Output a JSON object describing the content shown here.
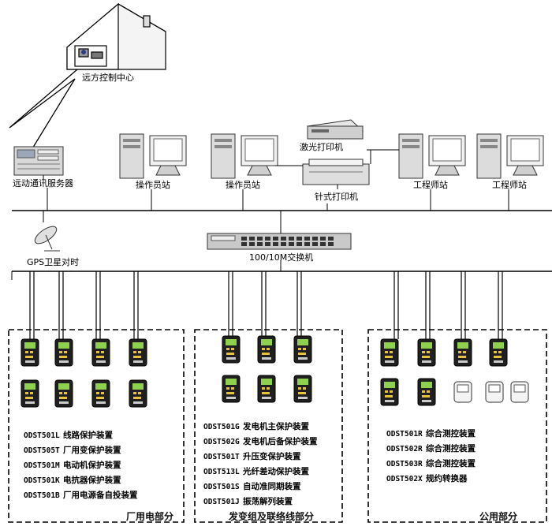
{
  "control_center": {
    "label": "远方控制中心"
  },
  "top_nodes": [
    {
      "label": "远动通讯服务器"
    },
    {
      "label": "操作员站"
    },
    {
      "label": "操作员站"
    },
    {
      "label": "激光打印机"
    },
    {
      "label": "针式打印机"
    },
    {
      "label": "工程师站"
    },
    {
      "label": "工程师站"
    }
  ],
  "gps": {
    "label": "GPS卫星对时"
  },
  "switch": {
    "label": "100/10M交换机"
  },
  "sections": [
    {
      "title": "厂用电部分",
      "devices": [
        {
          "code": "ODST501L",
          "name": "线路保护装置"
        },
        {
          "code": "ODST505T",
          "name": "厂用变保护装置"
        },
        {
          "code": "ODST501M",
          "name": "电动机保护装置"
        },
        {
          "code": "ODST501K",
          "name": "电抗器保护装置"
        },
        {
          "code": "ODST501B",
          "name": "厂用电源备自投装置"
        }
      ]
    },
    {
      "title": "发变组及联络线部分",
      "devices": [
        {
          "code": "ODST501G",
          "name": "发电机主保护装置"
        },
        {
          "code": "ODST502G",
          "name": "发电机后备保护装置"
        },
        {
          "code": "ODST501T",
          "name": "升压变保护装置"
        },
        {
          "code": "ODST513L",
          "name": "光纤差动保护装置"
        },
        {
          "code": "ODST501S",
          "name": "自动准同期装置"
        },
        {
          "code": "ODST501J",
          "name": "振荡解列装置"
        }
      ]
    },
    {
      "title": "公用部分",
      "devices": [
        {
          "code": "ODST501R",
          "name": "综合测控装置"
        },
        {
          "code": "ODST502R",
          "name": "综合测控装置"
        },
        {
          "code": "ODST503R",
          "name": "综合测控装置"
        },
        {
          "code": "ODST502X",
          "name": "规约转换器"
        }
      ]
    }
  ]
}
